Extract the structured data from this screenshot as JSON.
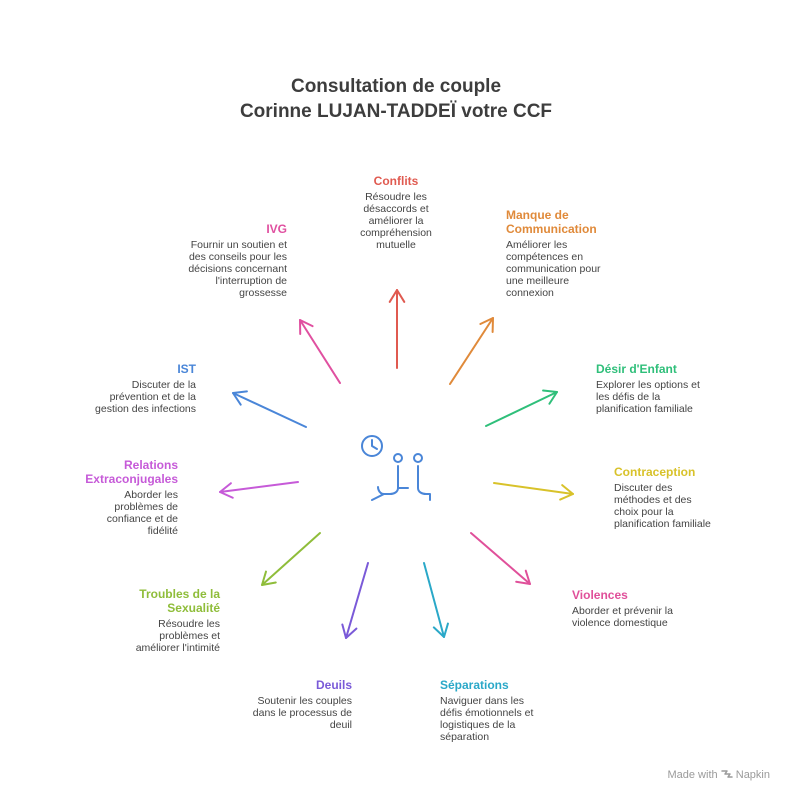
{
  "title": {
    "line1": "Consultation de couple",
    "line2": "Corinne LUJAN-TADDEÏ votre CCF"
  },
  "colors": {
    "conflits": "#e05a50",
    "communication": "#e08a3a",
    "desir": "#2fbf7a",
    "contraception": "#d8c22a",
    "violences": "#e0509a",
    "separations": "#2aa8c8",
    "deuils": "#7a5ad8",
    "troubles": "#8fbd3a",
    "relations": "#c65ad8",
    "ist": "#4a86d8",
    "ivg": "#e050a0",
    "center_icon": "#4a86d8"
  },
  "items": {
    "conflits": {
      "head": "Conflits",
      "desc": [
        "Résoudre les",
        "désaccords et",
        "améliorer la",
        "compréhension",
        "mutuelle"
      ]
    },
    "communication": {
      "head": [
        "Manque de",
        "Communication"
      ],
      "desc": [
        "Améliorer les",
        "compétences en",
        "communication pour",
        "une meilleure",
        "connexion"
      ]
    },
    "desir": {
      "head": "Désir d'Enfant",
      "desc": [
        "Explorer les options et",
        "les défis de la",
        "planification familiale"
      ]
    },
    "contraception": {
      "head": "Contraception",
      "desc": [
        "Discuter des",
        "méthodes et des",
        "choix pour la",
        "planification familiale"
      ]
    },
    "violences": {
      "head": "Violences",
      "desc": [
        "Aborder et prévenir la",
        "violence domestique"
      ]
    },
    "separations": {
      "head": "Séparations",
      "desc": [
        "Naviguer dans les",
        "défis émotionnels et",
        "logistiques de la",
        "séparation"
      ]
    },
    "deuils": {
      "head": "Deuils",
      "desc": [
        "Soutenir les couples",
        "dans le processus de",
        "deuil"
      ]
    },
    "troubles": {
      "head": [
        "Troubles de la",
        "Sexualité"
      ],
      "desc": [
        "Résoudre les",
        "problèmes et",
        "améliorer l'intimité"
      ]
    },
    "relations": {
      "head": [
        "Relations",
        "Extraconjugales"
      ],
      "desc": [
        "Aborder les",
        "problèmes de",
        "confiance et de",
        "fidélité"
      ]
    },
    "ist": {
      "head": "IST",
      "desc": [
        "Discuter de la",
        "prévention et de la",
        "gestion des infections"
      ]
    },
    "ivg": {
      "head": "IVG",
      "desc": [
        "Fournir un soutien et",
        "des conseils pour les",
        "décisions concernant",
        "l'interruption de",
        "grossesse"
      ]
    }
  },
  "footer": {
    "made_with": "Made with",
    "brand": "Napkin"
  },
  "icons": {
    "center": "couple-clock-icon",
    "footer": "napkin-logo-icon"
  }
}
